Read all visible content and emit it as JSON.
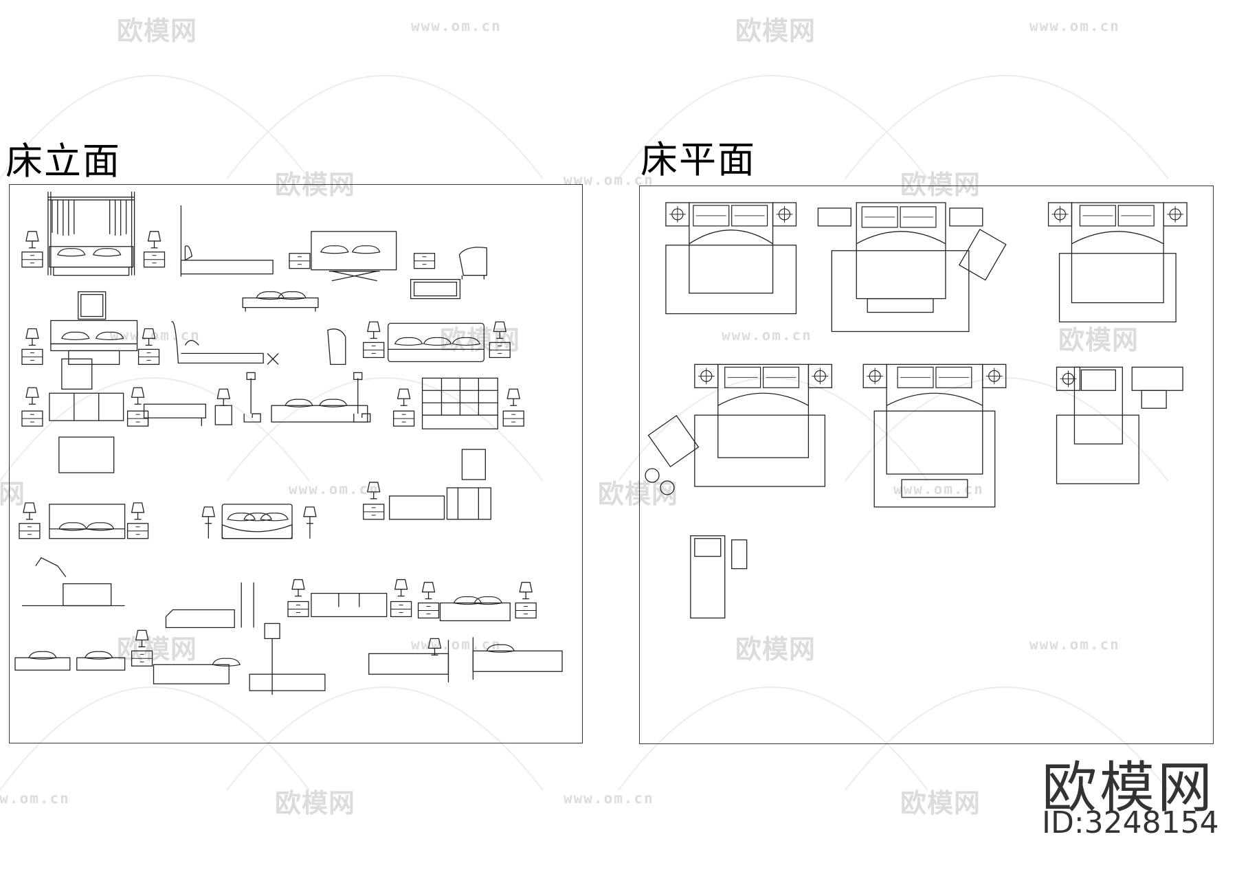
{
  "titles": {
    "elevation": "床立面",
    "plan": "床平面"
  },
  "watermarks": {
    "brand": "欧模网",
    "url": "www.om.cn"
  },
  "brand_block": {
    "name": "欧模网",
    "id_text": "ID:3248154"
  },
  "colors": {
    "line": "#222222",
    "watermark": "#dcdcdc",
    "background": "#ffffff"
  }
}
